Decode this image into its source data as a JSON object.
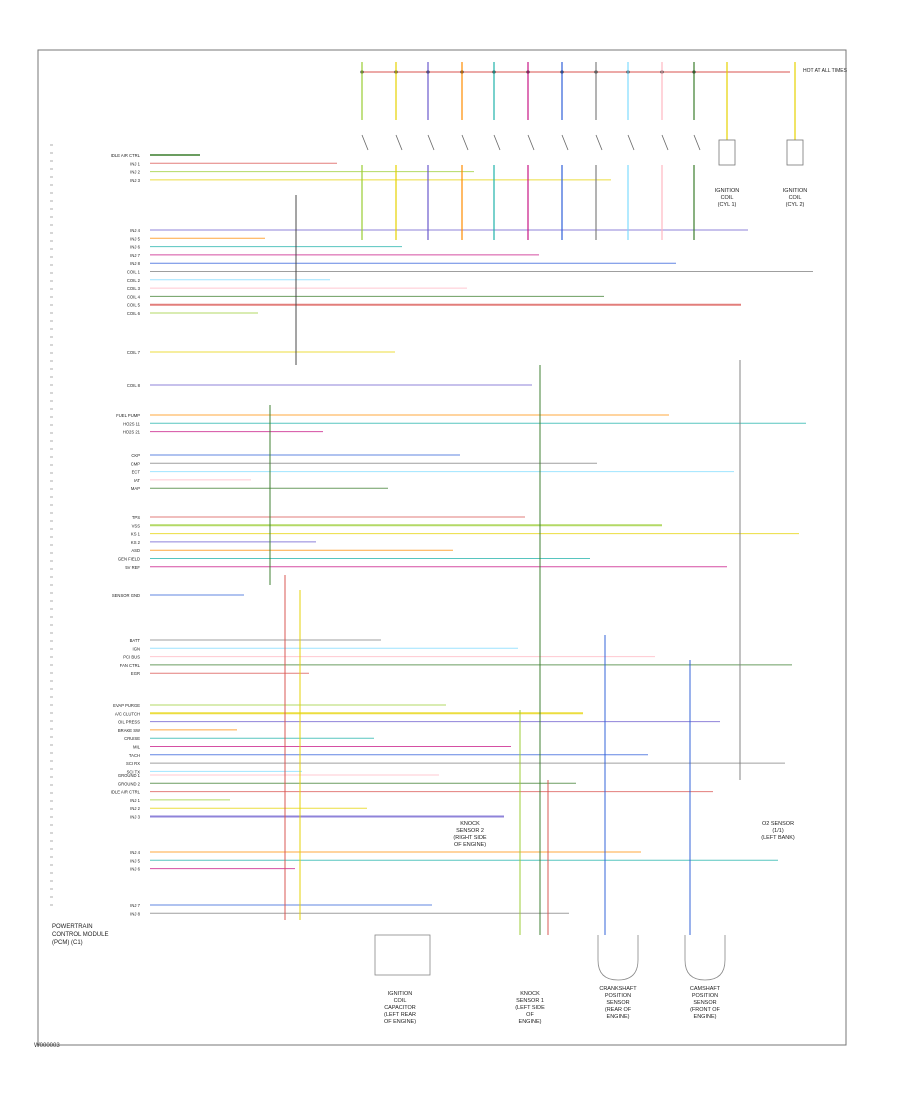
{
  "page_id": "W000003",
  "pcm": {
    "label": [
      "POWERTRAIN",
      "CONTROL MODULE",
      "(PCM) (C1)"
    ],
    "pins": [
      "IDLE AIR CTRL",
      "INJ 1",
      "INJ 2",
      "INJ 3",
      "INJ 4",
      "INJ 5",
      "INJ 6",
      "INJ 7",
      "INJ 8",
      "COIL 1",
      "COIL 2",
      "COIL 3",
      "COIL 4",
      "COIL 5",
      "COIL 6",
      "COIL 7",
      "COIL 8",
      "FUEL PUMP",
      "HO2S 11",
      "HO2S 21",
      "CKP",
      "CMP",
      "ECT",
      "IAT",
      "MAP",
      "TPS",
      "VSS",
      "KS 1",
      "KS 2",
      "ASD",
      "GEN FIELD",
      "5V REF",
      "SENSOR GND",
      "BATT",
      "IGN",
      "PCI BUS",
      "FAN CTRL",
      "EGR",
      "EVAP PURGE",
      "A/C CLUTCH",
      "OIL PRESS",
      "BRAKE SW",
      "CRUISE",
      "MIL",
      "TACH",
      "SCI RX",
      "SCI TX",
      "GROUND 1",
      "GROUND 2"
    ]
  },
  "bottom_components": [
    [
      "IGNITION",
      "COIL",
      "CAPACITOR",
      "(LEFT REAR",
      "OF ENGINE)"
    ],
    [
      "KNOCK",
      "SENSOR 1",
      "(LEFT SIDE",
      "OF",
      "ENGINE)"
    ],
    [
      "CRANKSHAFT",
      "POSITION",
      "SENSOR",
      "(REAR OF",
      "ENGINE)"
    ],
    [
      "CAMSHAFT",
      "POSITION",
      "SENSOR",
      "(FRONT OF",
      "ENGINE)"
    ]
  ],
  "top_right_components": [
    [
      "IGNITION",
      "COIL",
      "(CYL 1)"
    ],
    [
      "IGNITION",
      "COIL",
      "(CYL 2)"
    ]
  ],
  "mid_labels": {
    "knock2": [
      "KNOCK",
      "SENSOR 2",
      "(RIGHT SIDE",
      "OF ENGINE)"
    ],
    "o2": [
      "O2 SENSOR",
      "(1/1)",
      "(LEFT BANK)"
    ]
  },
  "top_right_ref": "HOT AT ALL TIMES",
  "colors": {
    "wires": [
      "#3a7d2c",
      "#d9534f",
      "#9acd32",
      "#e6d200",
      "#6a5acd",
      "#ff8c00",
      "#20b2aa",
      "#c71585",
      "#2e5fd9",
      "#808080",
      "#7fdbff",
      "#ffb6c1"
    ]
  }
}
